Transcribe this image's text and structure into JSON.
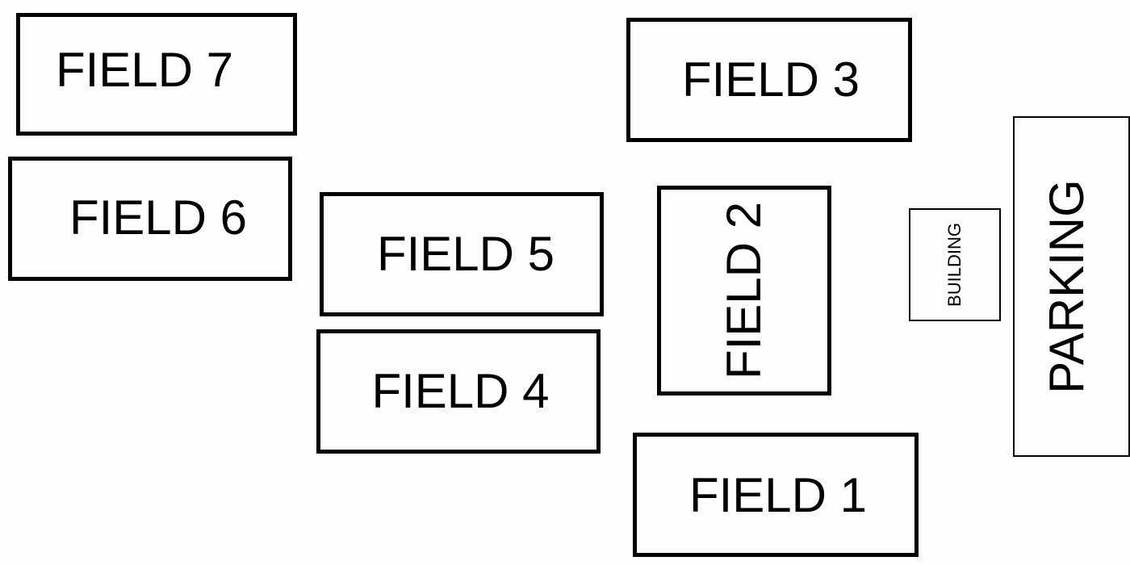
{
  "map": {
    "areas": {
      "field_7": "FIELD 7",
      "field_6": "FIELD 6",
      "field_5": "FIELD 5",
      "field_4": "FIELD 4",
      "field_3": "FIELD 3",
      "field_2": "FIELD 2",
      "field_1": "FIELD 1",
      "building": "BUILDING",
      "parking": "PARKING"
    }
  }
}
